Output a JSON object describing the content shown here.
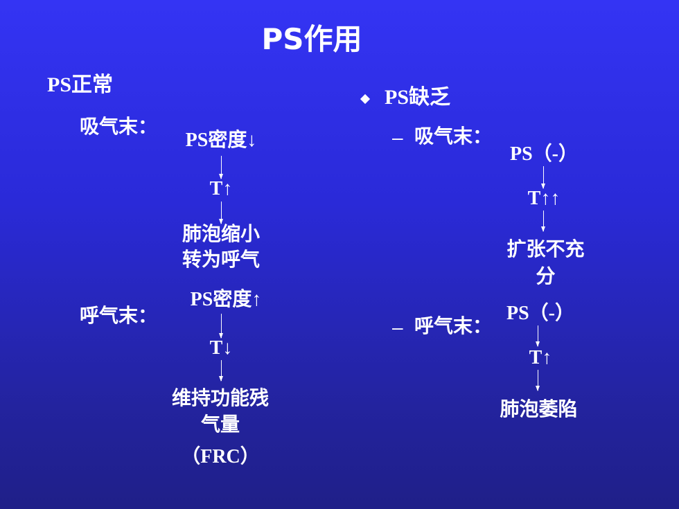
{
  "title": "PS作用",
  "left": {
    "heading": "PS正常",
    "inspiration": {
      "label": "吸气末：",
      "step1": "PS密度↓",
      "step2": "T↑",
      "result_line1": "肺泡缩小",
      "result_line2": "转为呼气"
    },
    "expiration": {
      "label": "呼气末：",
      "step1": "PS密度↑",
      "step2": "T↓",
      "result_line1": "维持功能残",
      "result_line2": "气量",
      "result_line3": "（FRC）"
    }
  },
  "right": {
    "heading": "PS缺乏",
    "bullet": "diamond-bullet",
    "dash": "–",
    "inspiration": {
      "label": "吸气末：",
      "step1": "PS（-）",
      "step2": "T↑↑",
      "result_line1": "扩张不充",
      "result_line2": "分"
    },
    "expiration": {
      "label": "呼气末：",
      "step1": "PS（-）",
      "step2": "T↑",
      "result_line1": "肺泡萎陷"
    }
  }
}
